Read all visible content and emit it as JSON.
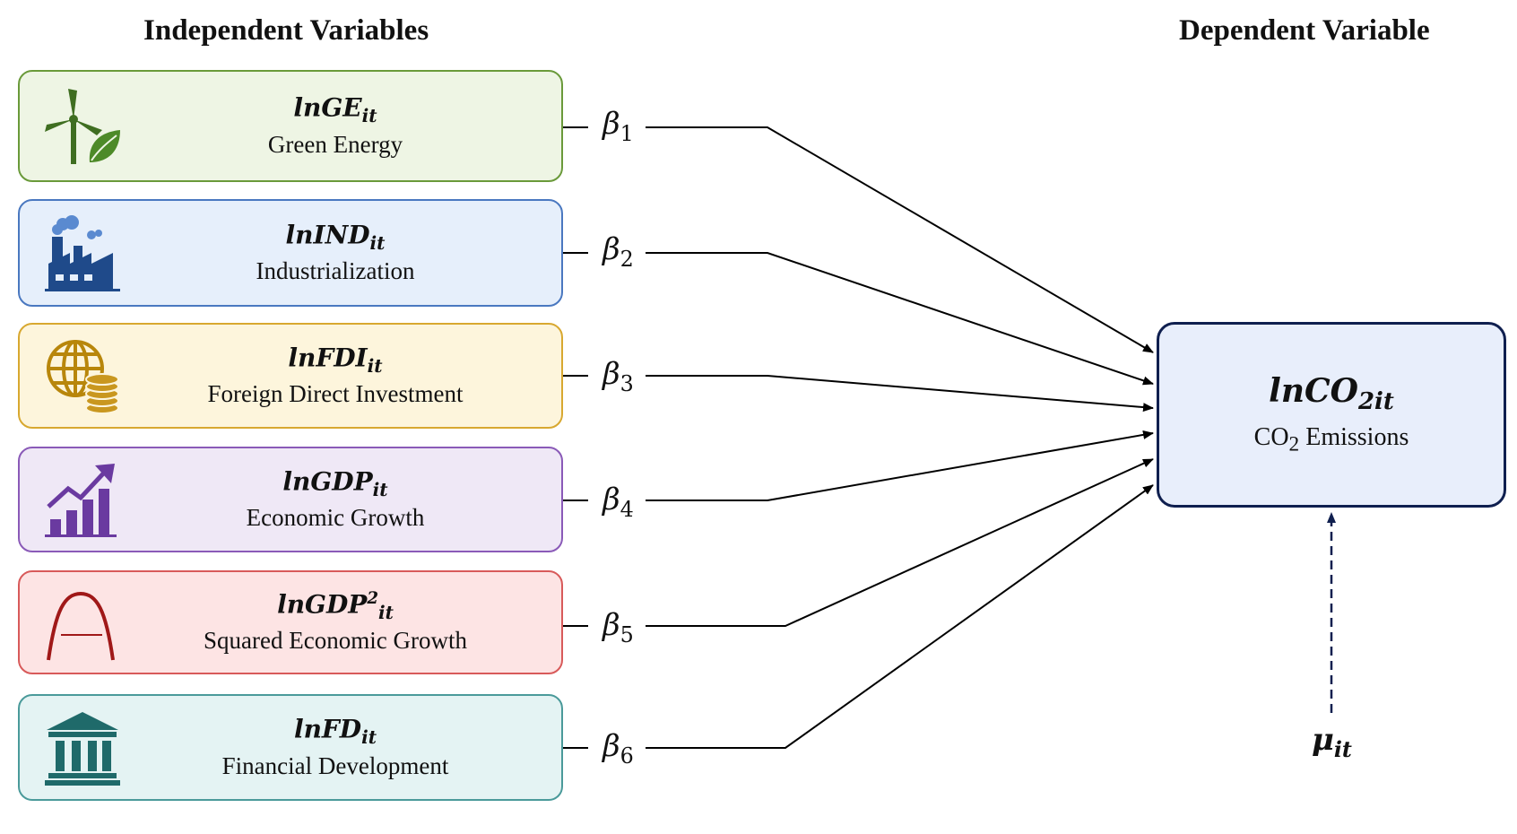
{
  "headings": {
    "independent": "Independent Variables",
    "dependent": "Dependent Variable"
  },
  "variables": [
    {
      "symbol_main": "lnGE",
      "symbol_sup": "",
      "symbol_sub": "it",
      "label": "Green Energy",
      "coefficient": "1",
      "icon": "wind-turbine-leaf-icon",
      "border": "#6a9a3a",
      "fill": "#eef5e4"
    },
    {
      "symbol_main": "lnIND",
      "symbol_sup": "",
      "symbol_sub": "it",
      "label": "Industrialization",
      "coefficient": "2",
      "icon": "factory-icon",
      "border": "#4a78c0",
      "fill": "#e6effb"
    },
    {
      "symbol_main": "lnFDI",
      "symbol_sup": "",
      "symbol_sub": "it",
      "label": "Foreign Direct Investment",
      "coefficient": "3",
      "icon": "globe-coins-icon",
      "border": "#d8a830",
      "fill": "#fdf5dc"
    },
    {
      "symbol_main": "lnGDP",
      "symbol_sup": "",
      "symbol_sub": "it",
      "label": "Economic Growth",
      "coefficient": "4",
      "icon": "growth-chart-icon",
      "border": "#8a5ab8",
      "fill": "#efe8f6"
    },
    {
      "symbol_main": "lnGDP",
      "symbol_sup": "2",
      "symbol_sub": "it",
      "label": "Squared Economic Growth",
      "coefficient": "5",
      "icon": "inverted-u-curve-icon",
      "border": "#d85a5a",
      "fill": "#fde4e4"
    },
    {
      "symbol_main": "lnFD",
      "symbol_sup": "",
      "symbol_sub": "it",
      "label": "Financial Development",
      "coefficient": "6",
      "icon": "bank-icon",
      "border": "#4a9a9a",
      "fill": "#e4f3f3"
    }
  ],
  "beta_symbol": "β",
  "dependent": {
    "symbol_main": "lnCO",
    "symbol_sub": "2it",
    "label_prefix": "CO",
    "label_sub": "2",
    "label_suffix": " Emissions"
  },
  "error_term": {
    "symbol": "μ",
    "sub": "it"
  },
  "colors": {
    "dependent_border": "#0f1f4f",
    "dependent_fill": "#e8eefb",
    "error_arrow": "#0f1f4f",
    "connector": "#000000"
  }
}
